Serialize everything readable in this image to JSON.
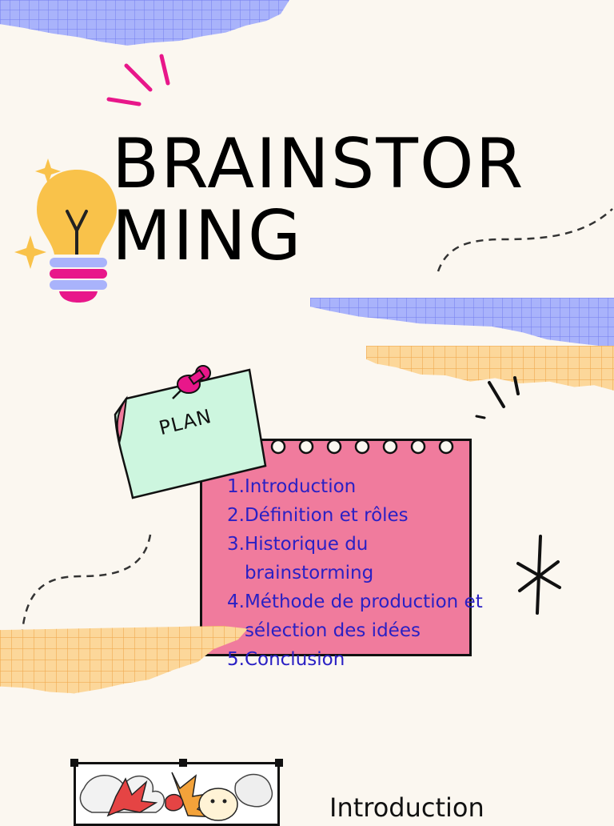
{
  "title": {
    "line1": "BRAINSTOR",
    "line2": "MING"
  },
  "plan": {
    "label": "PLAN",
    "items": [
      {
        "num": "1.",
        "text": "Introduction"
      },
      {
        "num": "2.",
        "text": "Définition et rôles"
      },
      {
        "num": "3.",
        "text": "Historique du brainstorming"
      },
      {
        "num": "4.",
        "text": "Méthode de production et sélection des idées"
      },
      {
        "num": "5.",
        "text": "Conclusion"
      }
    ]
  },
  "section": {
    "heading": "Introduction"
  },
  "colors": {
    "background": "#fbf7f0",
    "note_pink": "#f07b9d",
    "note_mint": "#cdf6df",
    "bulb_yellow": "#f9c24a",
    "accent_magenta": "#e8178a",
    "list_text": "#2a20c4"
  },
  "icons": [
    "lightbulb-icon",
    "sparkle-icon",
    "pushpin-icon",
    "asterisk-icon"
  ]
}
